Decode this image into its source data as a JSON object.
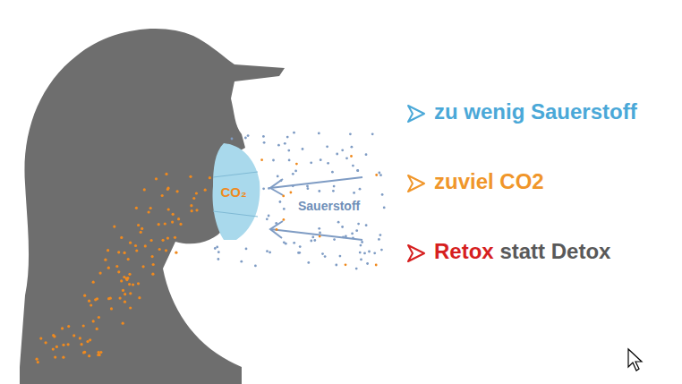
{
  "diagram": {
    "nodes": [
      {
        "text": [
          "CO₂"
        ]
      }
    ],
    "labels": [
      "Sauerstoff",
      "zu wenig Sauerstoff",
      "zuviel CO2",
      "Retox",
      "statt Detox"
    ]
  }
}
